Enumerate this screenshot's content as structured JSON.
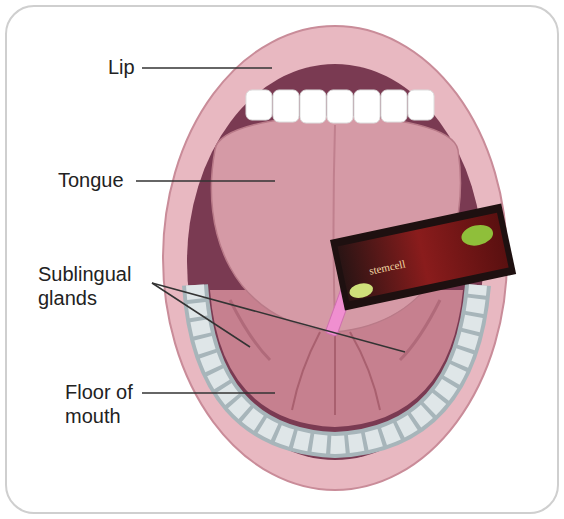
{
  "diagram": {
    "labels": [
      "Lip",
      "Tongue",
      "Sublingual glands",
      "Floor of mouth",
      "stemcell"
    ]
  }
}
